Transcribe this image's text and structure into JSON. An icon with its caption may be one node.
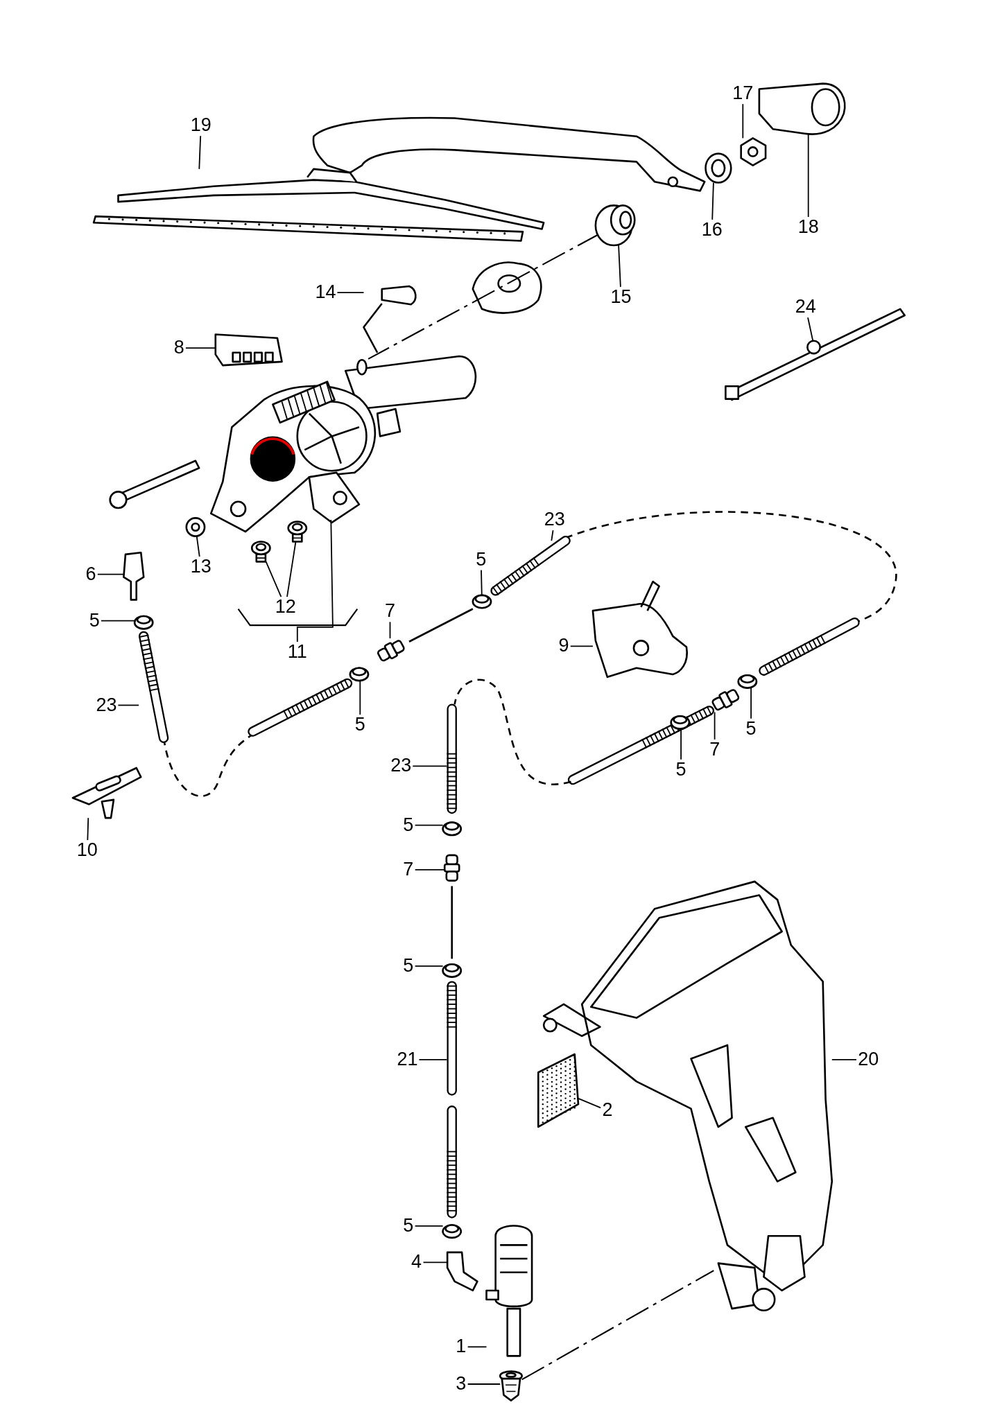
{
  "diagram": {
    "nodes": [
      {
        "text": [
          "19"
        ]
      },
      {
        "text": [
          "17"
        ]
      },
      {
        "text": [
          "18"
        ]
      },
      {
        "text": [
          "16"
        ]
      },
      {
        "text": [
          "15"
        ]
      },
      {
        "text": [
          "24"
        ]
      },
      {
        "text": [
          "14"
        ]
      },
      {
        "text": [
          "8"
        ]
      },
      {
        "text": [
          "13"
        ]
      },
      {
        "text": [
          "6"
        ]
      },
      {
        "text": [
          "5"
        ]
      },
      {
        "text": [
          "12"
        ]
      },
      {
        "text": [
          "11"
        ]
      },
      {
        "text": [
          "23"
        ]
      },
      {
        "text": [
          "10"
        ]
      },
      {
        "text": [
          "23"
        ]
      },
      {
        "text": [
          "5"
        ]
      },
      {
        "text": [
          "7"
        ]
      },
      {
        "text": [
          "5"
        ]
      },
      {
        "text": [
          "9"
        ]
      },
      {
        "text": [
          "7"
        ]
      },
      {
        "text": [
          "5"
        ]
      },
      {
        "text": [
          "5"
        ]
      },
      {
        "text": [
          "23"
        ]
      },
      {
        "text": [
          "5"
        ]
      },
      {
        "text": [
          "7"
        ]
      },
      {
        "text": [
          "5"
        ]
      },
      {
        "text": [
          "21"
        ]
      },
      {
        "text": [
          "20"
        ]
      },
      {
        "text": [
          "2"
        ]
      },
      {
        "text": [
          "5"
        ]
      },
      {
        "text": [
          "4"
        ]
      },
      {
        "text": [
          "1"
        ]
      },
      {
        "text": [
          "3"
        ]
      },
      {
        "text": [],
        "shape": "picture"
      },
      {
        "text": [],
        "shape": "picture"
      },
      {
        "text": [],
        "shape": "picture"
      },
      {
        "text": [],
        "shape": "picture"
      },
      {
        "text": [],
        "shape": "picture"
      },
      {
        "text": [],
        "shape": "picture"
      },
      {
        "text": [],
        "shape": "picture"
      },
      {
        "text": [],
        "shape": "picture"
      },
      {
        "text": [],
        "shape": "picture"
      },
      {
        "text": [],
        "shape": "picture"
      },
      {
        "text": [],
        "shape": "picture"
      },
      {
        "text": [],
        "shape": "picture"
      },
      {
        "text": [],
        "shape": "picture"
      },
      {
        "text": [],
        "shape": "picture"
      },
      {
        "text": [],
        "shape": "picture"
      },
      {
        "text": [],
        "shape": "picture"
      },
      {
        "text": [],
        "shape": "picture"
      },
      {
        "text": [],
        "shape": "picture"
      },
      {
        "text": [],
        "shape": "picture"
      },
      {
        "text": [],
        "shape": "picture"
      },
      {
        "text": [],
        "shape": "picture"
      },
      {
        "text": [],
        "shape": "picture"
      },
      {
        "text": [],
        "shape": "picture"
      },
      {
        "text": [],
        "shape": "picture"
      },
      {
        "text": [],
        "shape": "picture"
      },
      {
        "text": [],
        "shape": "picture"
      },
      {
        "text": [],
        "shape": "picture"
      },
      {
        "text": [],
        "shape": "picture"
      },
      {
        "text": [],
        "shape": "picture"
      },
      {
        "text": [],
        "shape": "picture"
      },
      {
        "text": [],
        "shape": "picture"
      },
      {
        "text": [],
        "shape": "picture"
      },
      {
        "text": [],
        "shape": "picture"
      },
      {
        "text": [],
        "shape": "picture"
      },
      {
        "text": [],
        "shape": "picture"
      }
    ],
    "edges": [
      {
        "from": 0,
        "to": 34,
        "arrow": "none"
      },
      {
        "from": 1,
        "to": 35,
        "arrow": "none"
      },
      {
        "from": 2,
        "to": 36,
        "arrow": "none"
      },
      {
        "from": 3,
        "to": 37,
        "arrow": "none"
      },
      {
        "from": 4,
        "to": 38,
        "arrow": "none"
      },
      {
        "from": 5,
        "to": 39,
        "arrow": "none"
      },
      {
        "from": 6,
        "to": 40,
        "arrow": "none"
      },
      {
        "from": 7,
        "to": 41,
        "arrow": "none"
      },
      {
        "from": 8,
        "to": 42,
        "arrow": "none"
      },
      {
        "from": 9,
        "to": 43,
        "arrow": "none"
      },
      {
        "from": 10,
        "to": 44,
        "arrow": "none"
      },
      {
        "from": 11,
        "to": 45,
        "arrow": "none"
      },
      {
        "from": 12,
        "to": 46,
        "arrow": "none"
      },
      {
        "from": 13,
        "to": 47,
        "arrow": "none"
      },
      {
        "from": 14,
        "to": 48,
        "arrow": "none"
      },
      {
        "from": 15,
        "to": 49,
        "arrow": "none"
      },
      {
        "from": 16,
        "to": 50,
        "arrow": "none"
      },
      {
        "from": 17,
        "to": 51,
        "arrow": "none"
      },
      {
        "from": 18,
        "to": 52,
        "arrow": "none"
      },
      {
        "from": 19,
        "to": 53,
        "arrow": "none"
      },
      {
        "from": 20,
        "to": 54,
        "arrow": "none"
      },
      {
        "from": 21,
        "to": 55,
        "arrow": "none"
      },
      {
        "from": 22,
        "to": 56,
        "arrow": "none"
      },
      {
        "from": 23,
        "to": 57,
        "arrow": "none"
      },
      {
        "from": 24,
        "to": 58,
        "arrow": "none"
      },
      {
        "from": 25,
        "to": 59,
        "arrow": "none"
      },
      {
        "from": 26,
        "to": 60,
        "arrow": "none"
      },
      {
        "from": 27,
        "to": 61,
        "arrow": "none"
      },
      {
        "from": 28,
        "to": 62,
        "arrow": "none"
      },
      {
        "from": 29,
        "to": 63,
        "arrow": "none"
      },
      {
        "from": 30,
        "to": 64,
        "arrow": "none"
      },
      {
        "from": 31,
        "to": 65,
        "arrow": "none"
      },
      {
        "from": 32,
        "to": 66,
        "arrow": "none"
      },
      {
        "from": 33,
        "to": 67,
        "arrow": "none"
      },
      {
        "from": 11,
        "to": 68,
        "arrow": "none"
      }
    ]
  }
}
